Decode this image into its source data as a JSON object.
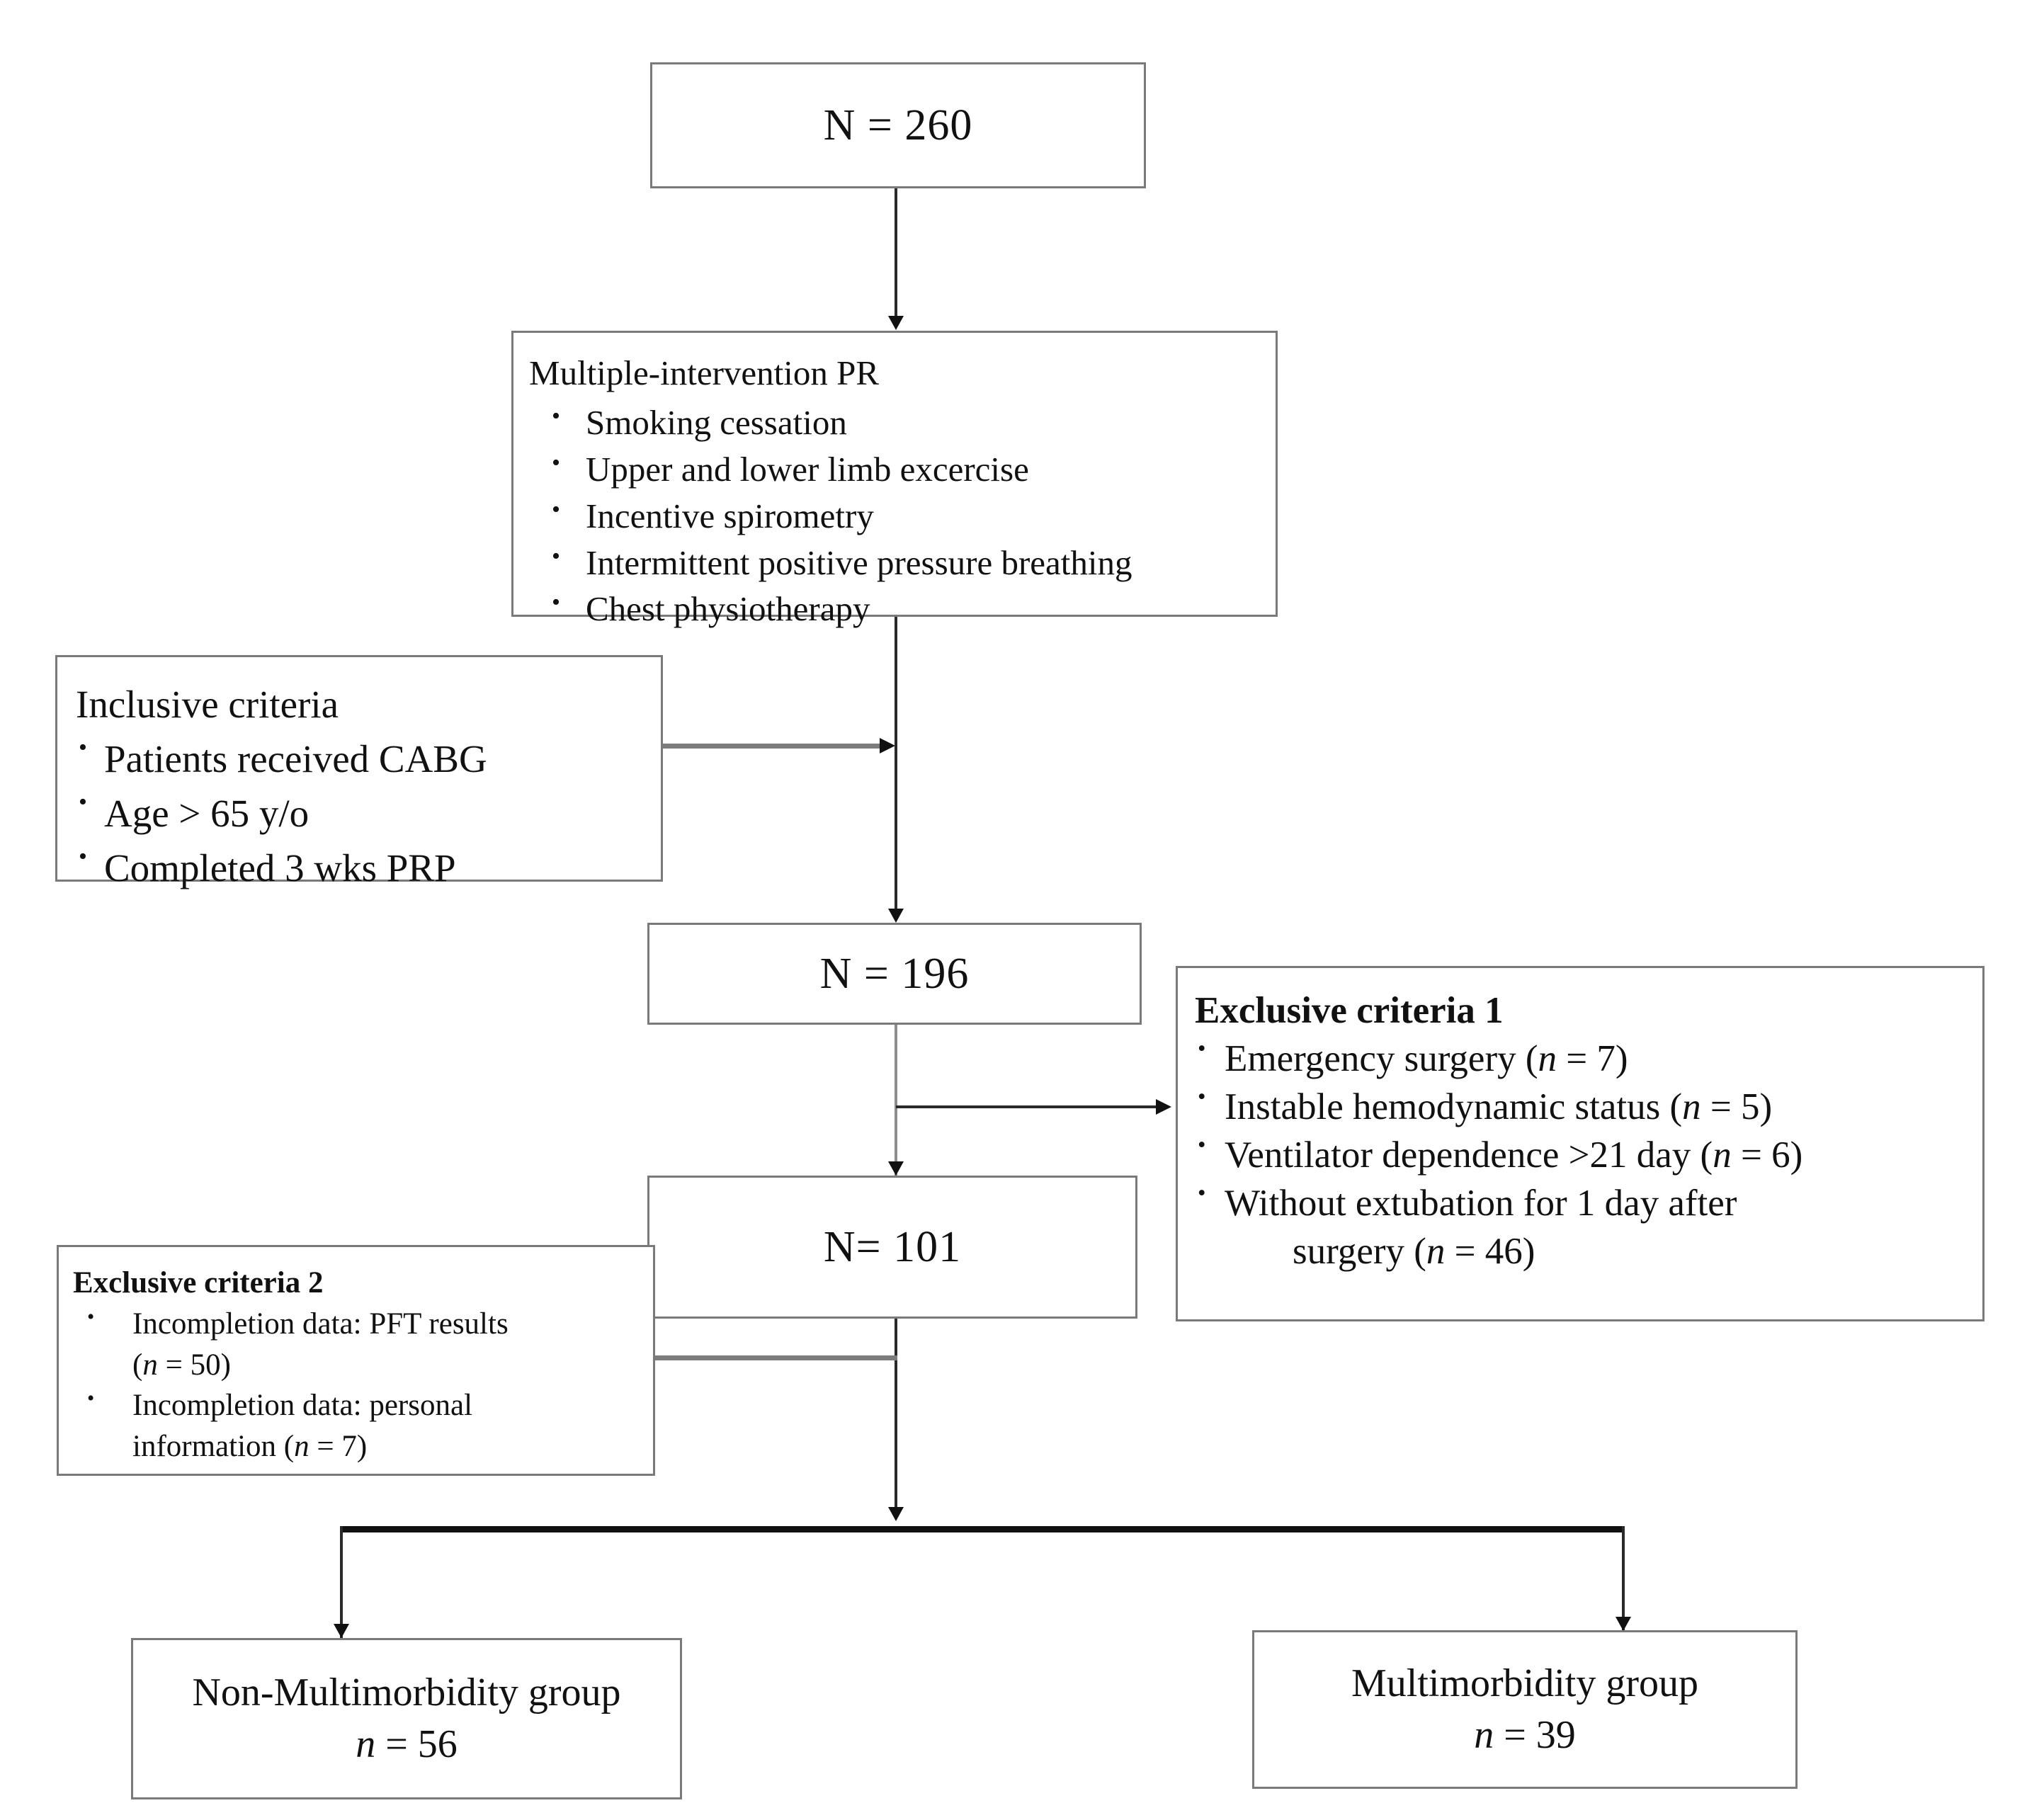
{
  "diagram": {
    "type": "study-flow-chart",
    "nodes": {
      "total_enrolled": {
        "label": "N = 260"
      },
      "intervention": {
        "title": "Multiple-intervention PR",
        "items": [
          "Smoking cessation",
          "Upper and lower limb excercise",
          "Incentive spirometry",
          "Intermittent positive pressure breathing",
          "Chest physiotherapy"
        ]
      },
      "inclusive_criteria": {
        "title": "Inclusive criteria",
        "items": [
          "Patients received CABG",
          "Age > 65 y/o",
          "Completed 3 wks PRP"
        ]
      },
      "after_inclusion": {
        "label": "N = 196"
      },
      "exclusive_criteria_1": {
        "title": "Exclusive criteria 1",
        "items": [
          {
            "text": "Emergency surgery (",
            "n_italic": "n",
            "n_value": " = 7)"
          },
          {
            "text": "Instable hemodynamic status (",
            "n_italic": "n",
            "n_value": " = 5)"
          },
          {
            "text": "Ventilator dependence >21 day (",
            "n_italic": "n",
            "n_value": " = 6)"
          },
          {
            "text": "Without extubation for 1 day after",
            "cont_text": "surgery (",
            "n_italic": "n",
            "n_value": " = 46)"
          }
        ]
      },
      "after_exclusion_1": {
        "label": "N= 101"
      },
      "exclusive_criteria_2": {
        "title": "Exclusive criteria 2",
        "items": [
          {
            "text": "Incompletion data: PFT results",
            "cont_prefix": "(",
            "n_italic": "n",
            "n_value": " = 50)"
          },
          {
            "text": "Incompletion data: personal",
            "cont_prefix": "information (",
            "n_italic": "n",
            "n_value": " = 7)"
          }
        ]
      },
      "non_multimorbidity_group": {
        "title": "Non-Multimorbidity group",
        "n_italic": "n",
        "n_value": " = 56"
      },
      "multimorbidity_group": {
        "title": "Multimorbidity group",
        "n_italic": "n",
        "n_value": " = 39"
      }
    },
    "colors": {
      "box_border": "#7a7a7a",
      "connector": "#2a2a2a",
      "connector_gray": "#7c7c7c",
      "text": "#111111",
      "background": "#ffffff"
    }
  }
}
